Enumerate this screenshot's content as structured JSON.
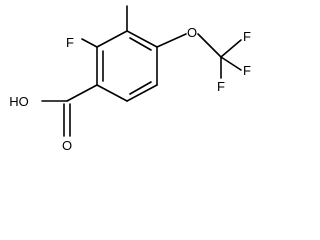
{
  "molecule": {
    "atoms": {
      "fluoro": "F",
      "hydroxyl": "HO",
      "carbonyl_oxygen": "O",
      "ether_oxygen": "O",
      "cf3_f_top": "F",
      "cf3_f_right": "F",
      "cf3_f_bottom": "F"
    },
    "colors": {
      "bond": "#000000",
      "label": "#000000",
      "background": "#ffffff"
    }
  }
}
